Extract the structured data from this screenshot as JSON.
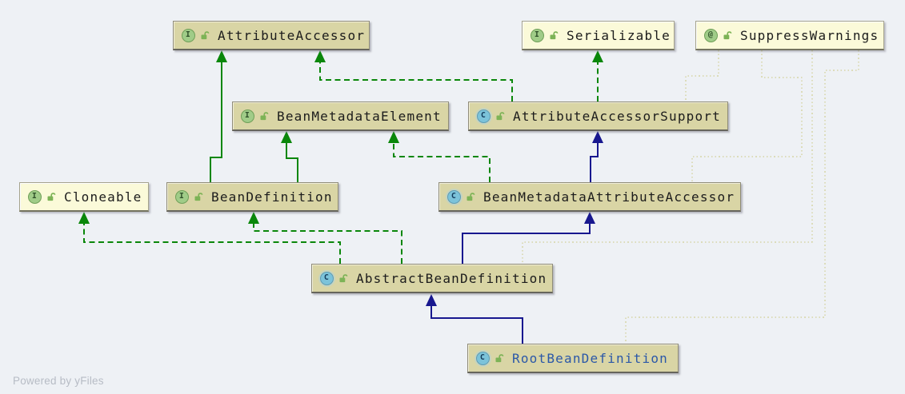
{
  "canvas": {
    "background_color": "#eef1f5",
    "watermark": {
      "prefix": "Powered by ",
      "brand": "yFiles"
    }
  },
  "palette": {
    "spring_node_fill": "#d9d5a5",
    "jdk_node_fill": "#fbfad9",
    "interface_edge_green": "#0a870a",
    "class_extends_navy": "#18188f",
    "annotation_edge_yellow": "#c9c67e",
    "selected_label_blue": "#2b58a8",
    "interface_badge": "#a0cc88",
    "class_badge": "#7cc3da"
  },
  "nodes": [
    {
      "id": "attribute-accessor",
      "label": "AttributeAccessor",
      "badge": "I",
      "kind": "interface",
      "visibility": "public",
      "library": "spring"
    },
    {
      "id": "serializable",
      "label": "Serializable",
      "badge": "I",
      "kind": "interface",
      "visibility": "public",
      "library": "jdk"
    },
    {
      "id": "suppress-warnings",
      "label": "SuppressWarnings",
      "badge": "@",
      "kind": "annotation",
      "visibility": "public",
      "library": "jdk"
    },
    {
      "id": "bean-metadata-element",
      "label": "BeanMetadataElement",
      "badge": "I",
      "kind": "interface",
      "visibility": "public",
      "library": "spring"
    },
    {
      "id": "attribute-accessor-support",
      "label": "AttributeAccessorSupport",
      "badge": "C",
      "kind": "class",
      "visibility": "public",
      "library": "spring"
    },
    {
      "id": "cloneable",
      "label": "Cloneable",
      "badge": "I",
      "kind": "interface",
      "visibility": "public",
      "library": "jdk"
    },
    {
      "id": "bean-definition",
      "label": "BeanDefinition",
      "badge": "I",
      "kind": "interface",
      "visibility": "public",
      "library": "spring"
    },
    {
      "id": "bean-metadata-attribute-accessor",
      "label": "BeanMetadataAttributeAccessor",
      "badge": "C",
      "kind": "class",
      "visibility": "public",
      "library": "spring"
    },
    {
      "id": "abstract-bean-definition",
      "label": "AbstractBeanDefinition",
      "badge": "C",
      "kind": "class",
      "visibility": "public",
      "library": "spring"
    },
    {
      "id": "root-bean-definition",
      "label": "RootBeanDefinition",
      "badge": "C",
      "kind": "class",
      "visibility": "public",
      "library": "spring",
      "selected": true
    }
  ],
  "edges": [
    {
      "from": "BeanDefinition",
      "to": "AttributeAccessor",
      "type": "extends-interface",
      "style": "solid-green"
    },
    {
      "from": "BeanDefinition",
      "to": "BeanMetadataElement",
      "type": "extends-interface",
      "style": "solid-green"
    },
    {
      "from": "AttributeAccessorSupport",
      "to": "AttributeAccessor",
      "type": "implements",
      "style": "dashed-green"
    },
    {
      "from": "AttributeAccessorSupport",
      "to": "Serializable",
      "type": "implements",
      "style": "dashed-green"
    },
    {
      "from": "BeanMetadataAttributeAccessor",
      "to": "BeanMetadataElement",
      "type": "implements",
      "style": "dashed-green"
    },
    {
      "from": "BeanMetadataAttributeAccessor",
      "to": "AttributeAccessorSupport",
      "type": "extends-class",
      "style": "solid-navy"
    },
    {
      "from": "AbstractBeanDefinition",
      "to": "Cloneable",
      "type": "implements",
      "style": "dashed-green"
    },
    {
      "from": "AbstractBeanDefinition",
      "to": "BeanDefinition",
      "type": "implements",
      "style": "dashed-green"
    },
    {
      "from": "AbstractBeanDefinition",
      "to": "BeanMetadataAttributeAccessor",
      "type": "extends-class",
      "style": "solid-navy"
    },
    {
      "from": "RootBeanDefinition",
      "to": "AbstractBeanDefinition",
      "type": "extends-class",
      "style": "solid-navy"
    },
    {
      "from": "SuppressWarnings",
      "to": "AttributeAccessorSupport",
      "type": "annotates",
      "style": "dotted-yellow"
    },
    {
      "from": "SuppressWarnings",
      "to": "BeanMetadataAttributeAccessor",
      "type": "annotates",
      "style": "dotted-yellow"
    },
    {
      "from": "SuppressWarnings",
      "to": "AbstractBeanDefinition",
      "type": "annotates",
      "style": "dotted-yellow"
    },
    {
      "from": "SuppressWarnings",
      "to": "RootBeanDefinition",
      "type": "annotates",
      "style": "dotted-yellow"
    }
  ]
}
